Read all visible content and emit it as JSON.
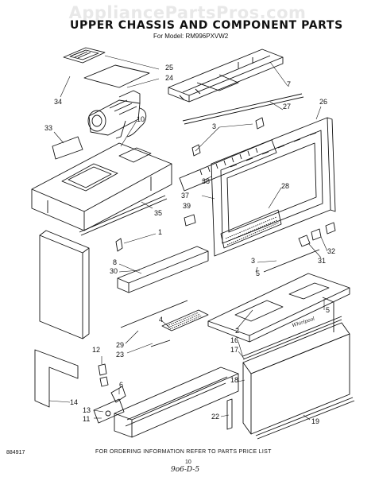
{
  "watermark": "AppliancePartsPros.com",
  "title": "UPPER CHASSIS AND COMPONENT PARTS",
  "subtitle": "For Model: RM996PXVW2",
  "footer": {
    "ordering_note": "FOR ORDERING INFORMATION REFER TO PARTS PRICE LIST",
    "page_code": "884917",
    "page_number": "10",
    "handwritten_note": "9o6-D-5"
  },
  "brand_mark": "Whirlpool",
  "callouts": [
    {
      "id": "c25",
      "label": "25"
    },
    {
      "id": "c24",
      "label": "24"
    },
    {
      "id": "c34",
      "label": "34"
    },
    {
      "id": "c10",
      "label": "10"
    },
    {
      "id": "c33",
      "label": "33"
    },
    {
      "id": "c7",
      "label": "7"
    },
    {
      "id": "c27",
      "label": "27"
    },
    {
      "id": "c26",
      "label": "26"
    },
    {
      "id": "c3a",
      "label": "3"
    },
    {
      "id": "c38",
      "label": "38"
    },
    {
      "id": "c37",
      "label": "37"
    },
    {
      "id": "c39",
      "label": "39"
    },
    {
      "id": "c28",
      "label": "28"
    },
    {
      "id": "c35",
      "label": "35"
    },
    {
      "id": "c1",
      "label": "1"
    },
    {
      "id": "c8",
      "label": "8"
    },
    {
      "id": "c30",
      "label": "30"
    },
    {
      "id": "c3b",
      "label": "3"
    },
    {
      "id": "c5a",
      "label": "5"
    },
    {
      "id": "c31",
      "label": "31"
    },
    {
      "id": "c32",
      "label": "32"
    },
    {
      "id": "c4",
      "label": "4"
    },
    {
      "id": "c5b",
      "label": "5"
    },
    {
      "id": "c2",
      "label": "2"
    },
    {
      "id": "c29",
      "label": "29"
    },
    {
      "id": "c23",
      "label": "23"
    },
    {
      "id": "c12",
      "label": "12"
    },
    {
      "id": "c16",
      "label": "16"
    },
    {
      "id": "c17",
      "label": "17"
    },
    {
      "id": "c18",
      "label": "18"
    },
    {
      "id": "c14",
      "label": "14"
    },
    {
      "id": "c6",
      "label": "6"
    },
    {
      "id": "c13",
      "label": "13"
    },
    {
      "id": "c11",
      "label": "11"
    },
    {
      "id": "c22",
      "label": "22"
    },
    {
      "id": "c19",
      "label": "19"
    }
  ]
}
